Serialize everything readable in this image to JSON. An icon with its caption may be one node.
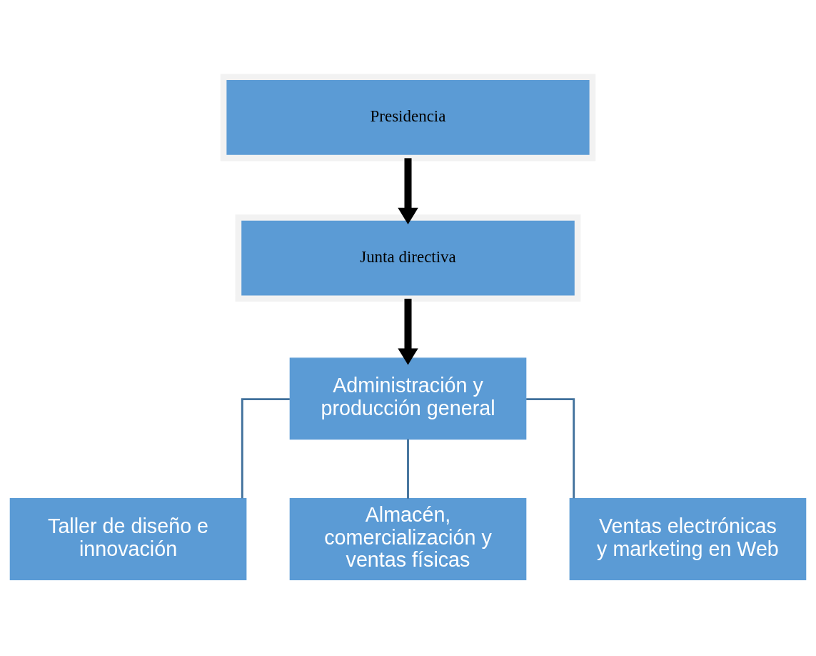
{
  "diagram": {
    "nodes": [
      {
        "text": [
          "Presidencia"
        ]
      },
      {
        "text": [
          "Junta directiva"
        ]
      },
      {
        "text": [
          "Administración y producción general"
        ]
      },
      {
        "text": [
          "Taller de diseño e innovación"
        ]
      },
      {
        "text": [
          "Almacén, comercialización y ventas físicas"
        ]
      },
      {
        "text": [
          "Ventas electrónicas y marketing en Web"
        ]
      }
    ],
    "edges": [
      {
        "from": 0,
        "to": 1,
        "arrow": "to",
        "style": "thick",
        "color": "#000000"
      },
      {
        "from": 1,
        "to": 2,
        "arrow": "to",
        "style": "thick",
        "color": "#000000"
      },
      {
        "from": 2,
        "to": 3,
        "arrow": "none"
      },
      {
        "from": 2,
        "to": 4,
        "arrow": "none"
      },
      {
        "from": 2,
        "to": 5,
        "arrow": "none"
      }
    ]
  }
}
